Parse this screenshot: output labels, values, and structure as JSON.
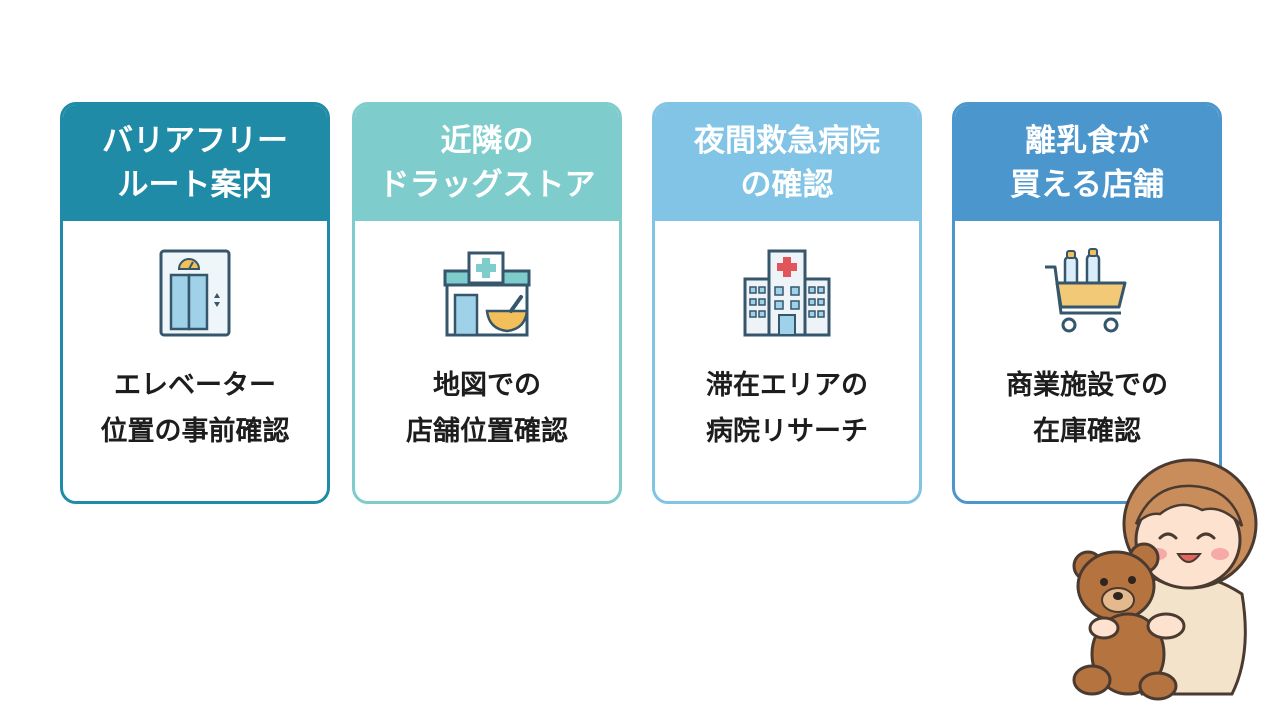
{
  "cards": [
    {
      "title_lines": [
        "バリアフリー",
        "ルート案内"
      ],
      "icon": "elevator-icon",
      "body_lines": [
        "エレベーター",
        "位置の事前確認"
      ],
      "color": "#1f8ba6"
    },
    {
      "title_lines": [
        "近隣の",
        "ドラッグストア"
      ],
      "icon": "pharmacy-icon",
      "body_lines": [
        "地図での",
        "店舗位置確認"
      ],
      "color": "#7ecdcc"
    },
    {
      "title_lines": [
        "夜間救急病院",
        "の確認"
      ],
      "icon": "hospital-icon",
      "body_lines": [
        "滞在エリアの",
        "病院リサーチ"
      ],
      "color": "#82c4e6"
    },
    {
      "title_lines": [
        "離乳食が",
        "買える店舗"
      ],
      "icon": "shopping-cart-icon",
      "body_lines": [
        "商業施設での",
        "在庫確認"
      ],
      "color": "#4b96cd"
    }
  ],
  "decoration": {
    "illustration": "baby-with-teddy-bear"
  }
}
